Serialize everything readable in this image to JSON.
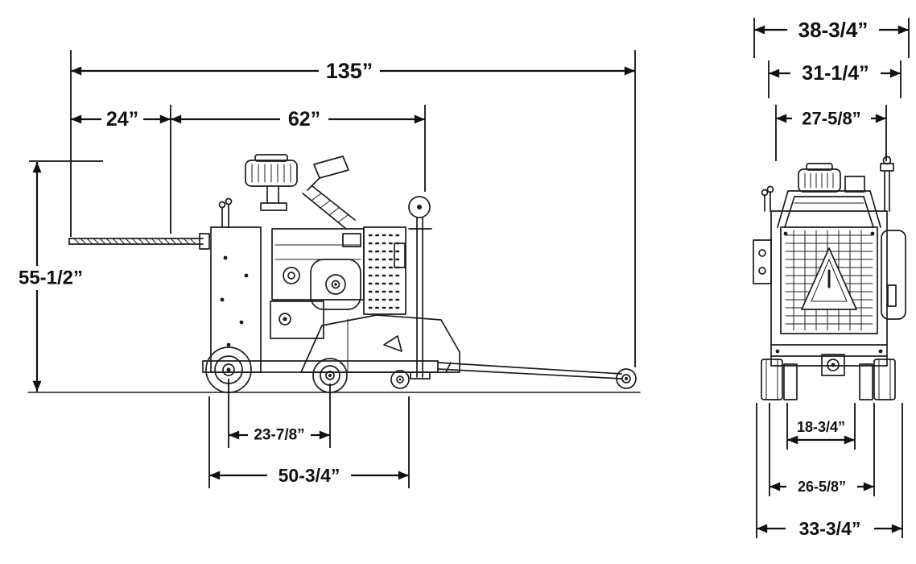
{
  "side_view": {
    "overall_length": "135”",
    "segment_front": "24”",
    "segment_mid": "62”",
    "overall_height": "55-1/2”",
    "wheelbase": "23-7/8”",
    "frame_length": "50-3/4”"
  },
  "end_view": {
    "overall_width": "38-3/4”",
    "handlebar_width": "31-1/4”",
    "frame_width": "27-5/8”",
    "track_inner": "18-3/4”",
    "track_outer": "26-5/8”",
    "base_width": "33-3/4”"
  }
}
